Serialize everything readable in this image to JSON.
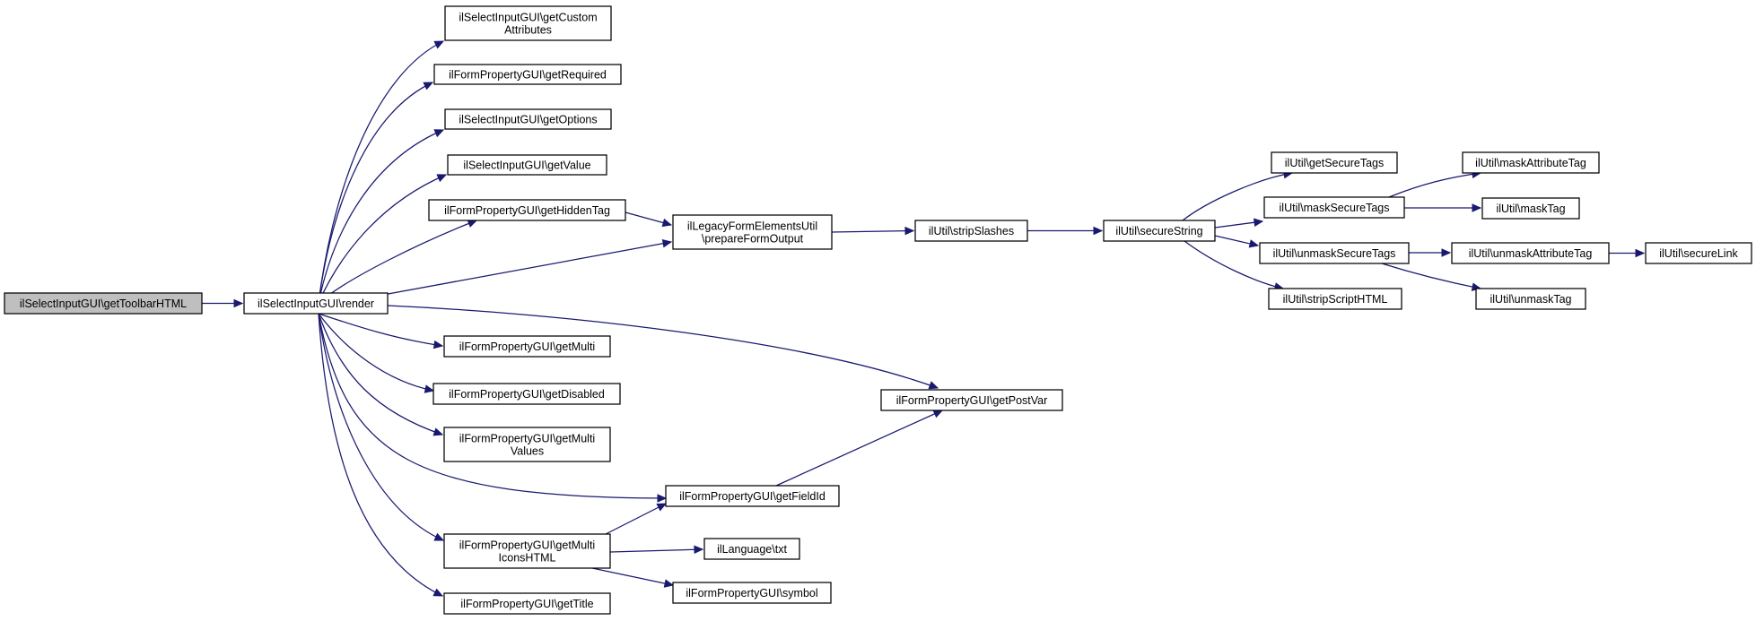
{
  "diagram": {
    "colors": {
      "edge": "#191970",
      "root_fill": "#bfbfbf",
      "node_fill": "#ffffff",
      "border": "#000000"
    },
    "nodes": [
      {
        "id": "getToolbarHTML",
        "lines": [
          "ilSelectInputGUI\\getToolbarHTML"
        ],
        "root": true
      },
      {
        "id": "render",
        "lines": [
          "ilSelectInputGUI\\render"
        ]
      },
      {
        "id": "getCustomAttributes",
        "lines": [
          "ilSelectInputGUI\\getCustom",
          "Attributes"
        ]
      },
      {
        "id": "getRequired",
        "lines": [
          "ilFormPropertyGUI\\getRequired"
        ]
      },
      {
        "id": "getOptions",
        "lines": [
          "ilSelectInputGUI\\getOptions"
        ]
      },
      {
        "id": "getValue",
        "lines": [
          "ilSelectInputGUI\\getValue"
        ]
      },
      {
        "id": "getHiddenTag",
        "lines": [
          "ilFormPropertyGUI\\getHiddenTag"
        ]
      },
      {
        "id": "getMulti",
        "lines": [
          "ilFormPropertyGUI\\getMulti"
        ]
      },
      {
        "id": "getDisabled",
        "lines": [
          "ilFormPropertyGUI\\getDisabled"
        ]
      },
      {
        "id": "getMultiValues",
        "lines": [
          "ilFormPropertyGUI\\getMulti",
          "Values"
        ]
      },
      {
        "id": "getMultiIconsHTML",
        "lines": [
          "ilFormPropertyGUI\\getMulti",
          "IconsHTML"
        ]
      },
      {
        "id": "getTitle",
        "lines": [
          "ilFormPropertyGUI\\getTitle"
        ]
      },
      {
        "id": "prepareFormOutput",
        "lines": [
          "ilLegacyFormElementsUtil",
          "\\prepareFormOutput"
        ]
      },
      {
        "id": "getPostVar",
        "lines": [
          "ilFormPropertyGUI\\getPostVar"
        ]
      },
      {
        "id": "getFieldId",
        "lines": [
          "ilFormPropertyGUI\\getFieldId"
        ]
      },
      {
        "id": "txt",
        "lines": [
          "ilLanguage\\txt"
        ]
      },
      {
        "id": "symbol",
        "lines": [
          "ilFormPropertyGUI\\symbol"
        ]
      },
      {
        "id": "stripSlashes",
        "lines": [
          "ilUtil\\stripSlashes"
        ]
      },
      {
        "id": "secureString",
        "lines": [
          "ilUtil\\secureString"
        ]
      },
      {
        "id": "getSecureTags",
        "lines": [
          "ilUtil\\getSecureTags"
        ]
      },
      {
        "id": "maskSecureTags",
        "lines": [
          "ilUtil\\maskSecureTags"
        ]
      },
      {
        "id": "unmaskSecureTags",
        "lines": [
          "ilUtil\\unmaskSecureTags"
        ]
      },
      {
        "id": "stripScriptHTML",
        "lines": [
          "ilUtil\\stripScriptHTML"
        ]
      },
      {
        "id": "maskAttributeTag",
        "lines": [
          "ilUtil\\maskAttributeTag"
        ]
      },
      {
        "id": "maskTag",
        "lines": [
          "ilUtil\\maskTag"
        ]
      },
      {
        "id": "unmaskAttributeTag",
        "lines": [
          "ilUtil\\unmaskAttributeTag"
        ]
      },
      {
        "id": "unmaskTag",
        "lines": [
          "ilUtil\\unmaskTag"
        ]
      },
      {
        "id": "secureLink",
        "lines": [
          "ilUtil\\secureLink"
        ]
      }
    ],
    "edges": [
      [
        "getToolbarHTML",
        "render"
      ],
      [
        "render",
        "getCustomAttributes"
      ],
      [
        "render",
        "getRequired"
      ],
      [
        "render",
        "getOptions"
      ],
      [
        "render",
        "getValue"
      ],
      [
        "render",
        "getHiddenTag"
      ],
      [
        "render",
        "prepareFormOutput"
      ],
      [
        "render",
        "getPostVar"
      ],
      [
        "render",
        "getMulti"
      ],
      [
        "render",
        "getDisabled"
      ],
      [
        "render",
        "getMultiValues"
      ],
      [
        "render",
        "getFieldId"
      ],
      [
        "render",
        "getMultiIconsHTML"
      ],
      [
        "render",
        "getTitle"
      ],
      [
        "getHiddenTag",
        "prepareFormOutput"
      ],
      [
        "getMultiIconsHTML",
        "getFieldId"
      ],
      [
        "getMultiIconsHTML",
        "txt"
      ],
      [
        "getMultiIconsHTML",
        "symbol"
      ],
      [
        "getFieldId",
        "getPostVar"
      ],
      [
        "prepareFormOutput",
        "stripSlashes"
      ],
      [
        "stripSlashes",
        "secureString"
      ],
      [
        "secureString",
        "getSecureTags"
      ],
      [
        "secureString",
        "maskSecureTags"
      ],
      [
        "secureString",
        "unmaskSecureTags"
      ],
      [
        "secureString",
        "stripScriptHTML"
      ],
      [
        "maskSecureTags",
        "maskAttributeTag"
      ],
      [
        "maskSecureTags",
        "maskTag"
      ],
      [
        "unmaskSecureTags",
        "unmaskAttributeTag"
      ],
      [
        "unmaskSecureTags",
        "unmaskTag"
      ],
      [
        "unmaskAttributeTag",
        "secureLink"
      ]
    ]
  }
}
